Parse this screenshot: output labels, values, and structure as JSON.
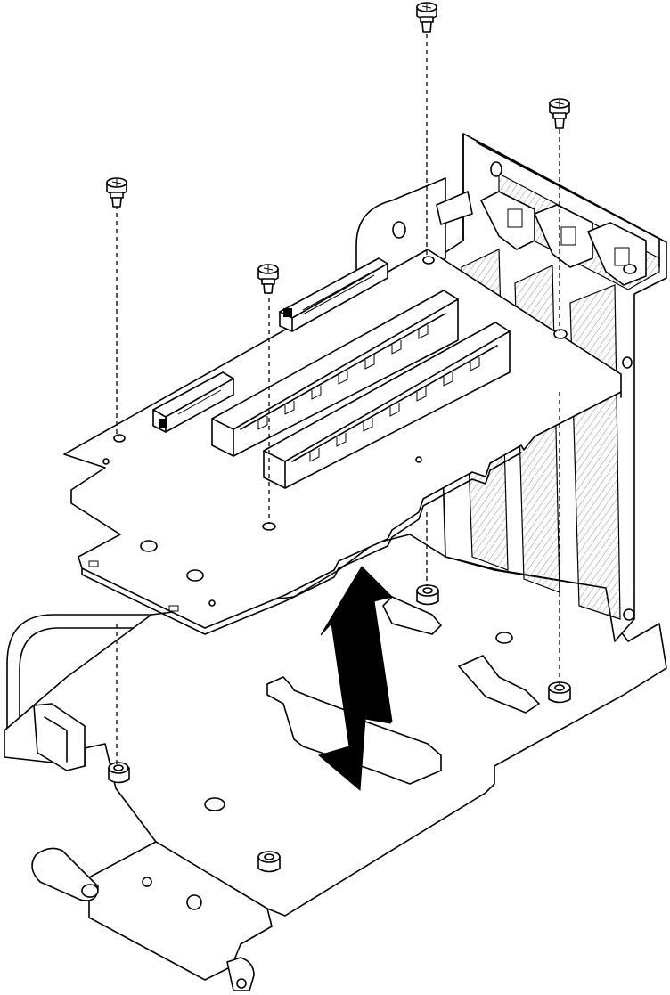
{
  "figure": {
    "subject": "riser-card-assembly",
    "screws_shown": 4,
    "standoffs_shown": 4,
    "slots_on_card": 2,
    "arrow": "double-headed-vertical",
    "line_color": "#000000",
    "background_color": "#ffffff"
  }
}
